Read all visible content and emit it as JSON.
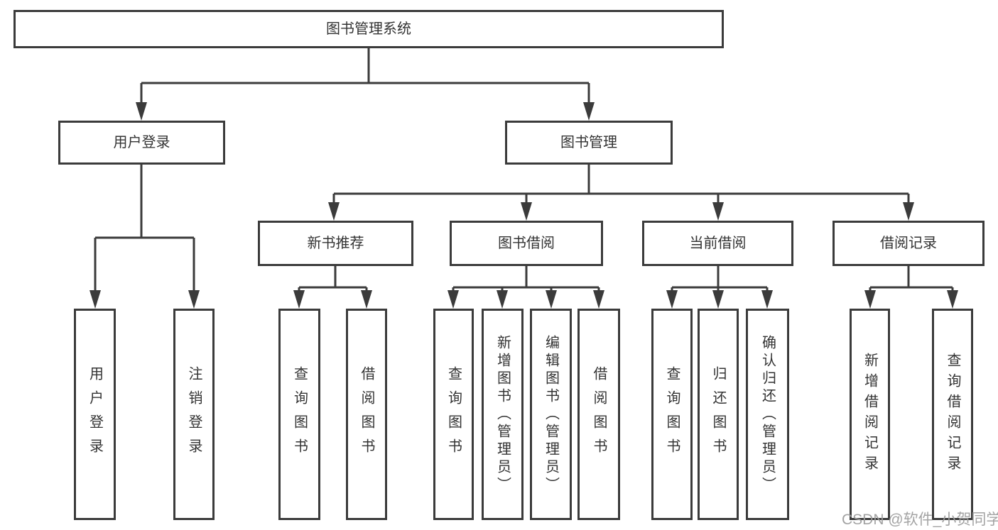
{
  "diagram_type": "hierarchy-tree",
  "colors": {
    "background": "#ffffff",
    "line": "#3b3b3b",
    "box_border": "#3b3b3b",
    "box_fill": "#ffffff",
    "text": "#333333",
    "watermark_text": "#9e9e9e"
  },
  "watermark": "CSDN @软件_小贺同学",
  "tree": {
    "root": "图书管理系统",
    "children": [
      {
        "label": "用户登录",
        "children": [
          {
            "label": "用户登录"
          },
          {
            "label": "注销登录"
          }
        ]
      },
      {
        "label": "图书管理",
        "children": [
          {
            "label": "新书推荐",
            "children": [
              {
                "label": "查询图书"
              },
              {
                "label": "借阅图书"
              }
            ]
          },
          {
            "label": "图书借阅",
            "children": [
              {
                "label": "查询图书"
              },
              {
                "label": "新增图书（管理员）"
              },
              {
                "label": "编辑图书（管理员）"
              },
              {
                "label": "借阅图书"
              }
            ]
          },
          {
            "label": "当前借阅",
            "children": [
              {
                "label": "查询图书"
              },
              {
                "label": "归还图书"
              },
              {
                "label": "确认归还（管理员）"
              }
            ]
          },
          {
            "label": "借阅记录",
            "children": [
              {
                "label": "新增借阅记录"
              },
              {
                "label": "查询借阅记录"
              }
            ]
          }
        ]
      }
    ]
  }
}
